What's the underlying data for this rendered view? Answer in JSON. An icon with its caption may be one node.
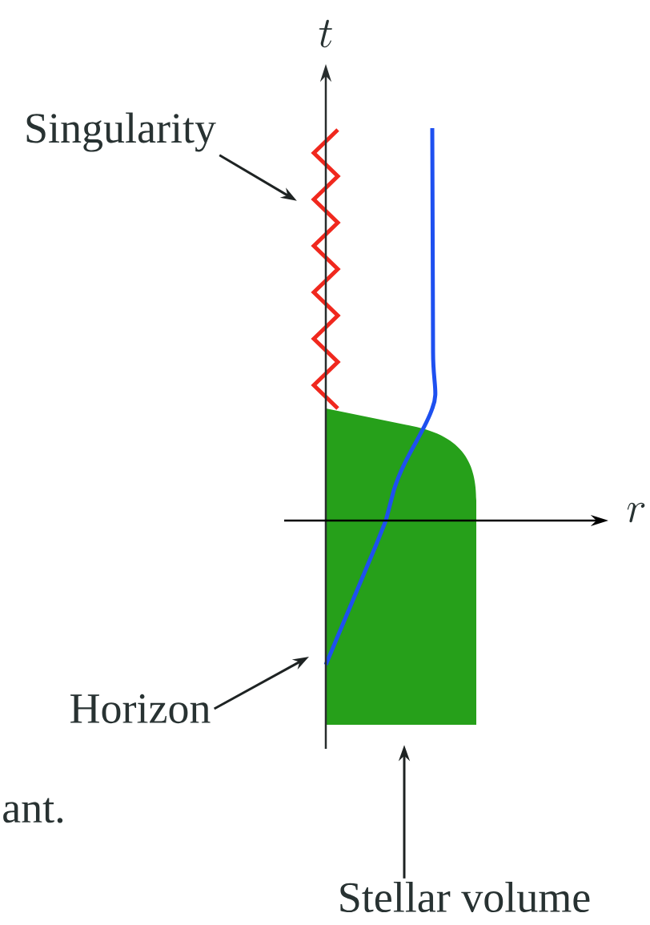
{
  "diagram": {
    "nodes": [
      {
        "text": [
          "Singularity"
        ]
      },
      {
        "text": [],
        "shape": "zigzag"
      },
      {
        "text": [
          "Horizon"
        ]
      },
      {
        "text": [
          "Stellar volume"
        ]
      },
      {
        "text": [],
        "shape": "region"
      }
    ],
    "edges": [
      {
        "from": 0,
        "to": 1,
        "arrow": "to"
      },
      {
        "from": 2,
        "to": null,
        "arrow": "to"
      },
      {
        "from": 3,
        "to": 4,
        "arrow": "to"
      }
    ],
    "labels": [
      "t",
      "r",
      "ant."
    ]
  }
}
